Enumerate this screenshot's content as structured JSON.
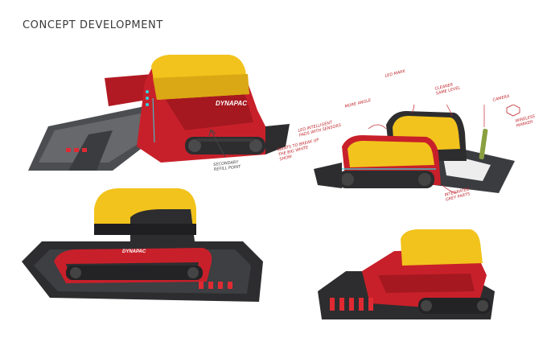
{
  "page": {
    "title": "CONCEPT DEVELOPMENT"
  },
  "brand": {
    "logo_text": "DYNAPAC"
  },
  "colors": {
    "yellow": "#f2c31c",
    "red": "#c8202a",
    "dark_red": "#8e1217",
    "charcoal": "#2d2d2f",
    "grey": "#5c5e62",
    "accent_cyan": "#2fd4e0",
    "annotation_red": "#c0282e"
  },
  "annotations": {
    "secondary_refill": "SECONDARY\nREFILL POINT",
    "led_intelligent": "LED INTELLIGENT\nPADS WITH SENSORS",
    "wants_to_break_up": "WANTS TO BREAK UP\nTHE BIG WHITE\nSHOW",
    "more_angle": "MORE ANGLE",
    "led_mark": "LED MARK",
    "cleaner_same_level": "CLEANER\nSAME LEVEL",
    "camera": "CAMERA",
    "wireless_marker": "WIRELESS\nMARKER",
    "integrated_grey_parts": "INTEGRATED\nGREY PARTS"
  }
}
